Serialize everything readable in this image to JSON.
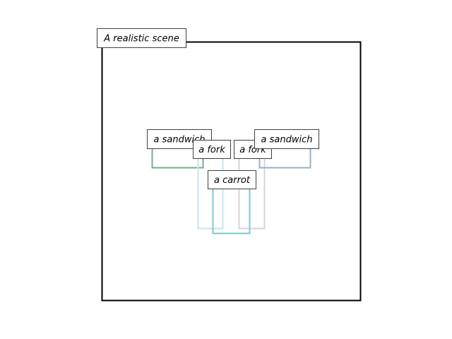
{
  "scene": {
    "title": "A realistic scene",
    "frame_color": "#000000"
  },
  "objects": [
    {
      "label": "a sandwich",
      "color": "#76ac8b"
    },
    {
      "label": "a fork",
      "color": "#cce2ef"
    },
    {
      "label": "a fork",
      "color": "#dccfdc"
    },
    {
      "label": "a sandwich",
      "color": "#9aafc6"
    },
    {
      "label": "a carrot",
      "color": "#78cad2"
    }
  ]
}
